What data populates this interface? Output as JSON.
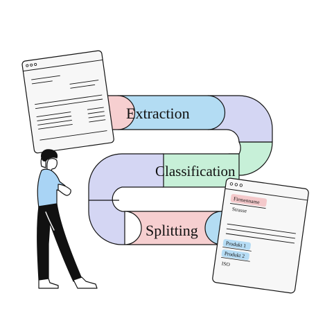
{
  "stages": [
    {
      "label": "Extraction",
      "color": "#b3dcf3"
    },
    {
      "label": "Classification",
      "color": "#c7f0d8"
    },
    {
      "label": "Splitting",
      "color": "#f6cfd0"
    }
  ],
  "colors": {
    "loop": "#d4d6f3",
    "paper": "#f7f7f7",
    "stroke": "#111111",
    "shirt": "#a9d4f5",
    "highlight_red": "#f4c9cb",
    "highlight_blue": "#b6dcf4"
  },
  "document_right": {
    "field_company": "Firmenname",
    "field_street": "Strasse",
    "product_1": "Produkt 1",
    "product_2": "Produkt 2",
    "iso": "ISO"
  }
}
